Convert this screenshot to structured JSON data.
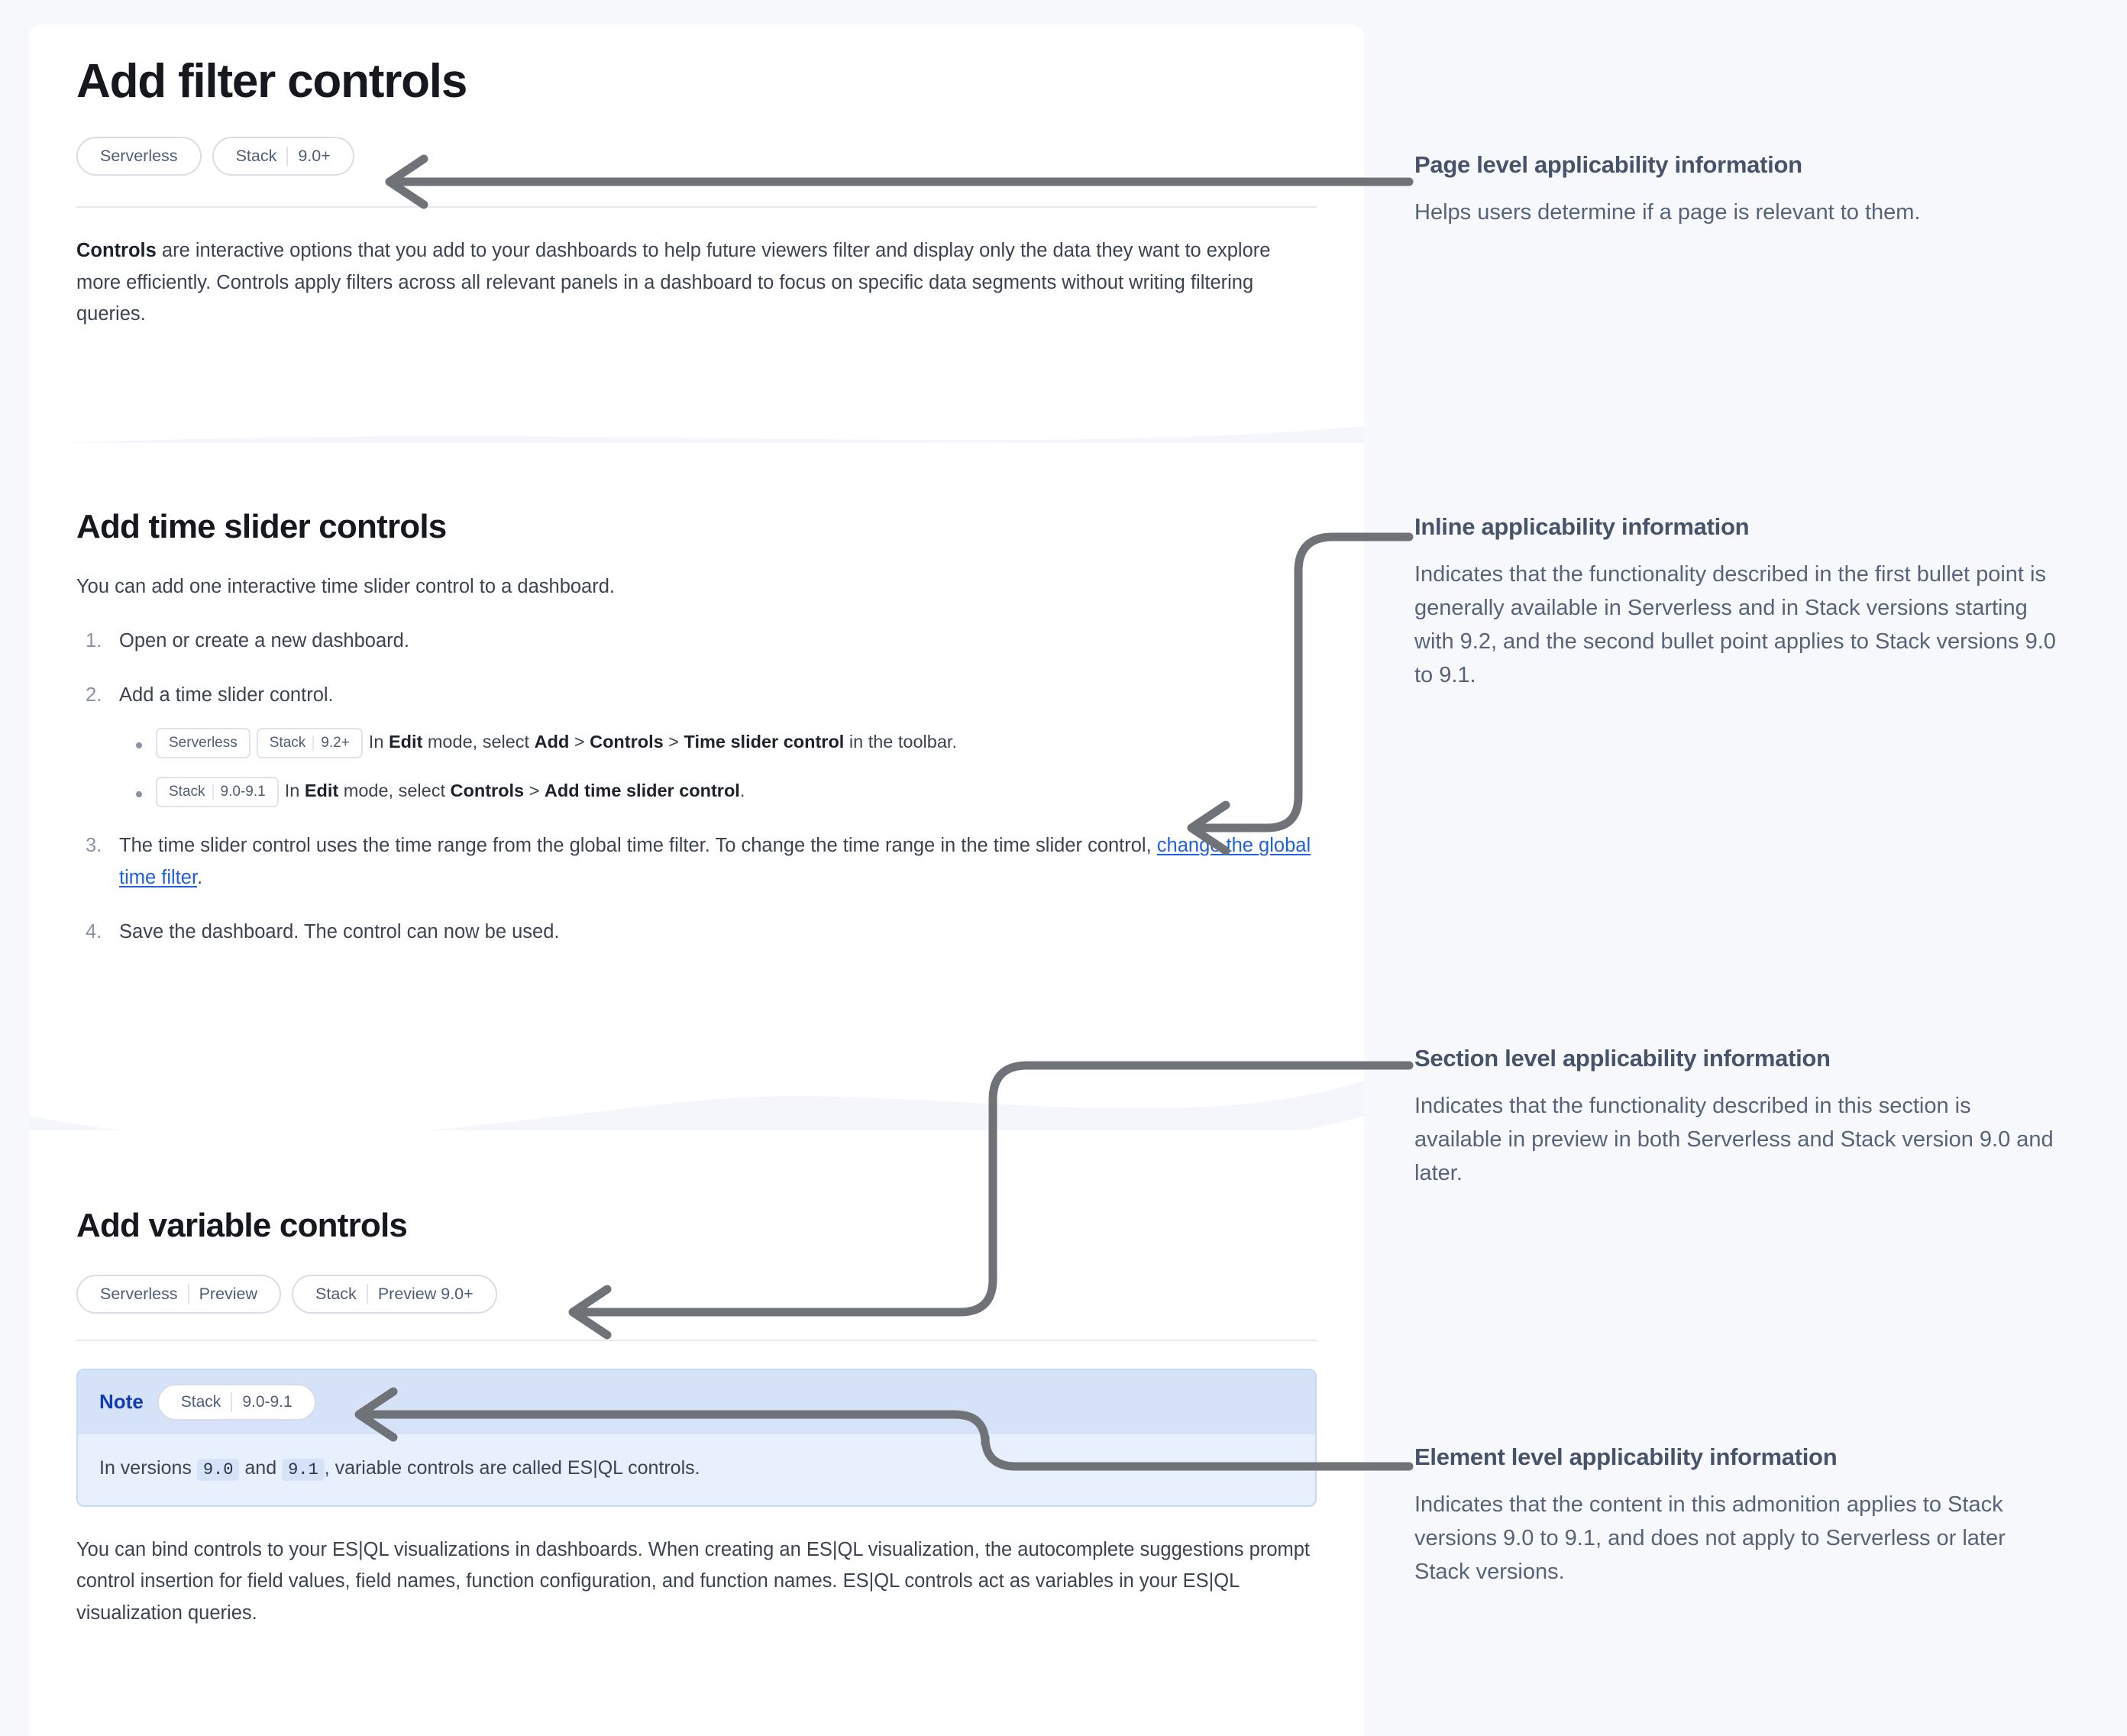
{
  "document": {
    "page_title": "Add filter controls",
    "page_applicability": [
      {
        "segments": [
          "Serverless"
        ]
      },
      {
        "segments": [
          "Stack",
          "9.0+"
        ]
      }
    ],
    "intro_lead": "Controls",
    "intro_rest": " are interactive options that you add to your dashboards to help future viewers filter and display only the data they want to explore more efficiently. Controls apply filters across all relevant panels in a dashboard to focus on specific data segments without writing filtering queries.",
    "sections": [
      {
        "title": "Add time slider controls",
        "lead": "You can add one interactive time slider control to a dashboard.",
        "steps": [
          {
            "text": "Open or create a new dashboard."
          },
          {
            "text": "Add a time slider control.",
            "substeps": [
              {
                "badge": {
                  "segments": [
                    "Serverless"
                  ]
                },
                "badge2": {
                  "segments": [
                    "Stack",
                    "9.2+"
                  ]
                },
                "prefix": "In ",
                "b1": "Edit",
                "mid1": " mode, select ",
                "b2": "Add",
                "sep1": " > ",
                "b3": "Controls",
                "sep2": " > ",
                "b4": "Time slider control",
                "suffix": " in the toolbar."
              },
              {
                "badge": {
                  "segments": [
                    "Stack",
                    "9.0-9.1"
                  ]
                },
                "prefix": "In ",
                "b1": "Edit",
                "mid1": " mode, select ",
                "b2": "Controls",
                "sep1": " > ",
                "b3": "Add time slider control",
                "suffix": "."
              }
            ]
          },
          {
            "text_before_link": "The time slider control uses the time range from the global time filter. To change the time range in the time slider control, ",
            "link_text": "change the global time filter",
            "text_after_link": "."
          },
          {
            "text": "Save the dashboard. The control can now be used."
          }
        ]
      },
      {
        "title": "Add variable controls",
        "applicability": [
          {
            "segments": [
              "Serverless",
              "Preview"
            ]
          },
          {
            "segments": [
              "Stack",
              "Preview 9.0+"
            ]
          }
        ],
        "note": {
          "label": "Note",
          "badge": {
            "segments": [
              "Stack",
              "9.0-9.1"
            ]
          },
          "body_a": "In versions ",
          "code_a": "9.0",
          "body_b": " and ",
          "code_b": "9.1",
          "body_c": ", variable controls are called ES|QL controls."
        },
        "closing_paragraph": "You can bind controls to your ES|QL visualizations in dashboards. When creating an ES|QL visualization, the autocomplete suggestions prompt control insertion for field values, field names, function configuration, and function names. ES|QL controls act as variables in your ES|QL visualization queries."
      }
    ]
  },
  "annotations": [
    {
      "title": "Page level applicability information",
      "body": "Helps users determine if a page is relevant to them."
    },
    {
      "title": "Inline applicability information",
      "body": "Indicates that the functionality described in the first bullet point is generally available in Serverless and in Stack versions starting with 9.2, and the second bullet point applies to Stack versions 9.0 to 9.1."
    },
    {
      "title": "Section level applicability information",
      "body": "Indicates that the functionality described in this section is available in preview in both Serverless and Stack version 9.0 and later."
    },
    {
      "title": "Element level applicability information",
      "body": "Indicates that the content in this admonition applies to Stack versions 9.0 to 9.1, and does not apply to Serverless or later Stack versions."
    }
  ],
  "colors": {
    "canvas": "#f7f8fc",
    "panel": "#ffffff",
    "connector": "#6f7378",
    "link": "#2160e6",
    "note_header": "#d5e2f8",
    "note_body": "#e8effd",
    "note_title": "#123bb8",
    "pill_text": "#4f5d77",
    "annotation_title": "#46536b",
    "annotation_body": "#56637b"
  }
}
